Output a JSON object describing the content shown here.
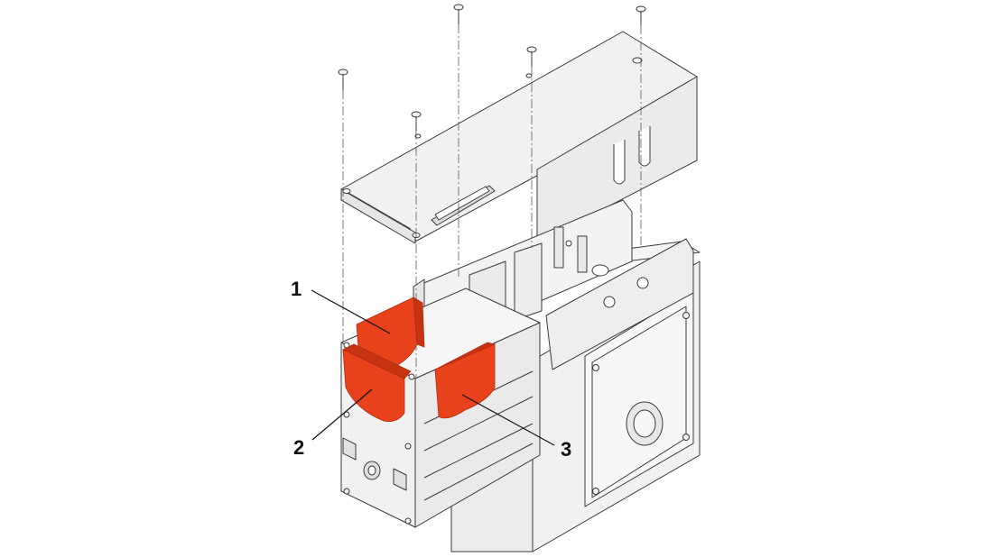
{
  "callouts": [
    {
      "id": "1",
      "label": "1"
    },
    {
      "id": "2",
      "label": "2"
    },
    {
      "id": "3",
      "label": "3"
    }
  ],
  "colors": {
    "background": "#ffffff",
    "outline": "#3a3a3a",
    "body_fill": "#f1f1f1",
    "highlight_part": "#e8421c",
    "highlight_shadow": "#c53310",
    "leader_line": "#111111"
  },
  "icons": [
    "screw-icon"
  ]
}
